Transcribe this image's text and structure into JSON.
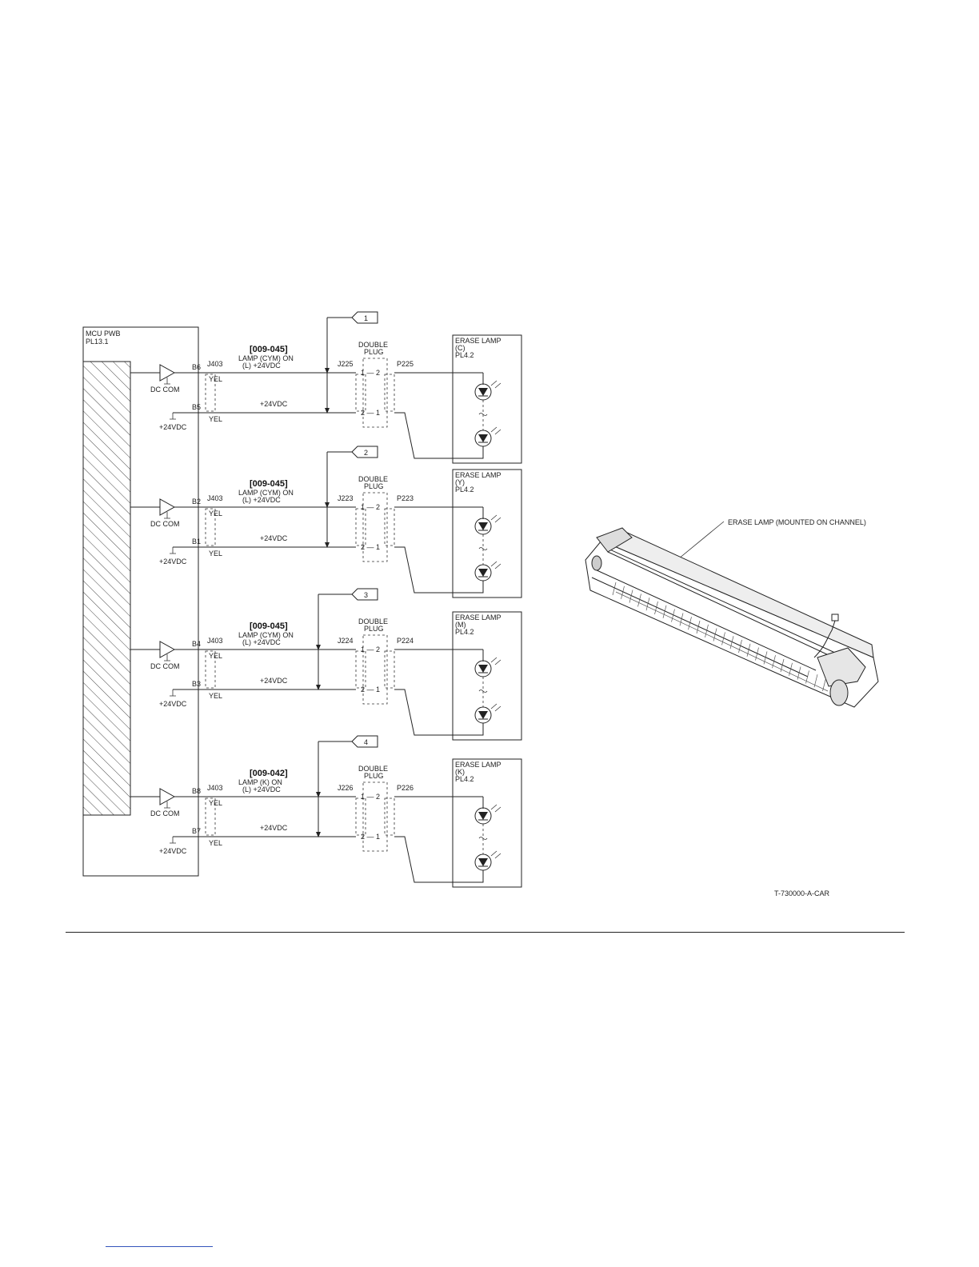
{
  "mcu": {
    "title": "MCU PWB",
    "pl": "PL13.1",
    "connector": "J403"
  },
  "labels": {
    "dc_com": "DC COM",
    "plus24": "+24VDC",
    "yel": "YEL",
    "double_plug_1": "DOUBLE",
    "double_plug_2": "PLUG",
    "pin_top": "1 — 2",
    "pin_bot": "2 — 1",
    "erase_lamp": "ERASE LAMP"
  },
  "circuits": [
    {
      "flag": "1",
      "code": "[009-045]",
      "signal": "LAMP (CYM) ON",
      "signal2": "(L) +24VDC",
      "pin_sig": "B6",
      "pin_pwr": "B5",
      "jack": "J225",
      "plug": "P225",
      "color": "(C)",
      "lamp_pl": "PL4.2"
    },
    {
      "flag": "2",
      "code": "[009-045]",
      "signal": "LAMP (CYM) ON",
      "signal2": "(L) +24VDC",
      "pin_sig": "B2",
      "pin_pwr": "B1",
      "jack": "J223",
      "plug": "P223",
      "color": "(Y)",
      "lamp_pl": "PL4.2"
    },
    {
      "flag": "3",
      "code": "[009-045]",
      "signal": "LAMP (CYM) ON",
      "signal2": "(L) +24VDC",
      "pin_sig": "B4",
      "pin_pwr": "B3",
      "jack": "J224",
      "plug": "P224",
      "color": "(M)",
      "lamp_pl": "PL4.2"
    },
    {
      "flag": "4",
      "code": "[009-042]",
      "signal": "LAMP (K) ON",
      "signal2": "(L) +24VDC",
      "pin_sig": "B8",
      "pin_pwr": "B7",
      "jack": "J226",
      "plug": "P226",
      "color": "(K)",
      "lamp_pl": "PL4.2"
    }
  ],
  "illustration": {
    "callout": "ERASE LAMP (MOUNTED ON CHANNEL)",
    "figure_id": "T-730000-A-CAR"
  }
}
